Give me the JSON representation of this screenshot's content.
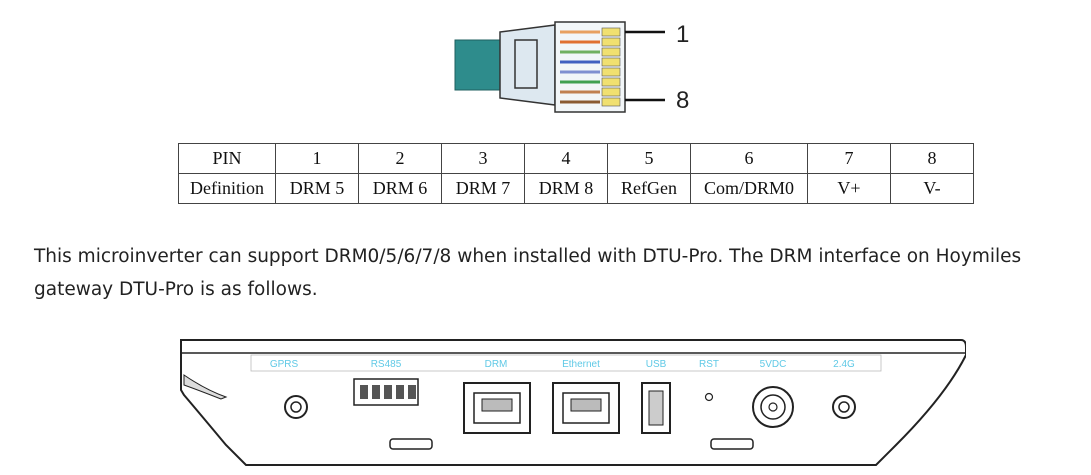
{
  "connector": {
    "pin_first": "1",
    "pin_last": "8"
  },
  "table": {
    "header": [
      "PIN",
      "1",
      "2",
      "3",
      "4",
      "5",
      "6",
      "7",
      "8"
    ],
    "row": [
      "Definition",
      "DRM 5",
      "DRM 6",
      "DRM 7",
      "DRM 8",
      "RefGen",
      "Com/DRM0",
      "V+",
      "V-"
    ]
  },
  "paragraph": {
    "line1": "This microinverter can support DRM0/5/6/7/8 when installed with DTU-Pro. The DRM interface on Hoymiles",
    "line2": "gateway DTU-Pro is as follows."
  },
  "device": {
    "labels": {
      "gprs": "GPRS",
      "rs485": "RS485",
      "drm": "DRM",
      "ethernet": "Ethernet",
      "usb": "USB",
      "rst": "RST",
      "power": "5VDC",
      "wifi": "2.4G"
    },
    "label_color": "#5fc9e6"
  }
}
